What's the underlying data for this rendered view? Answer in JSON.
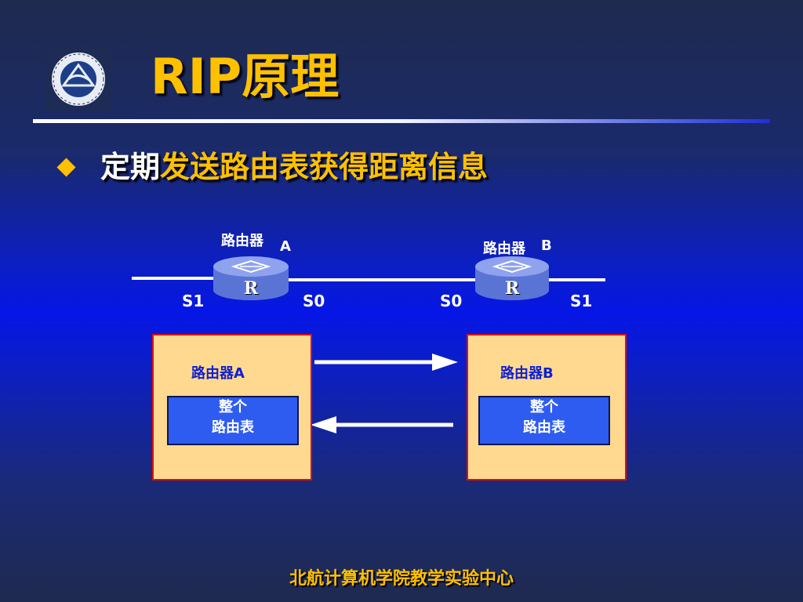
{
  "slide": {
    "title": "RIP原理",
    "bullet": {
      "part1": "定期",
      "part2": "发送路由表获得距离信息"
    },
    "footer": "北航计算机学院教学实验中心"
  },
  "diagram": {
    "router_a": {
      "name": "路由器",
      "letter": "A",
      "icon_text": "R",
      "left_iface": "S1",
      "right_iface": "S0"
    },
    "router_b": {
      "name": "路由器",
      "letter": "B",
      "icon_text": "R",
      "left_iface": "S0",
      "right_iface": "S1"
    },
    "box_a": {
      "label": "路由器A",
      "table_line1": "整个",
      "table_line2": "路由表"
    },
    "box_b": {
      "label": "路由器B",
      "table_line1": "整个",
      "table_line2": "路由表"
    }
  },
  "colors": {
    "accent": "#ffc000",
    "box_fill": "#ffd98f",
    "box_border": "#e01010",
    "table_fill": "#2f5cf0"
  }
}
